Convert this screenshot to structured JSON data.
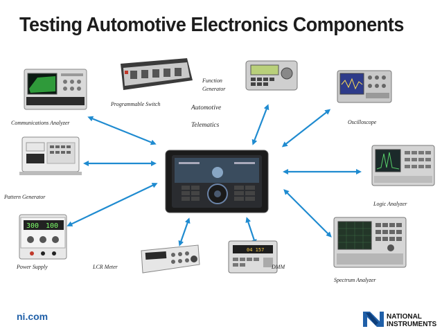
{
  "slide": {
    "title": "Testing Automotive Electronics Components",
    "footer_site": "ni.com",
    "logo_text": "NATIONAL INSTRUMENTS"
  },
  "labels": {
    "communications_analyzer": "Communications Analyzer",
    "programmable_switch": "Programmable Switch",
    "function_generator_line1": "Function",
    "function_generator_line2": "Generator",
    "automotive": "Automotive",
    "telematics": "Telematics",
    "oscilloscope": "Oscilloscope",
    "pattern_generator": "Pattern Generator",
    "logic_analyzer": "Logic Analyzer",
    "power_supply": "Power Supply",
    "lcr_meter": "LCR Meter",
    "dmm": "DMM",
    "spectrum_analyzer": "Spectrum Analyzer"
  },
  "displays": {
    "power_supply_readout_1": "300",
    "power_supply_readout_2": "100",
    "dmm_readout": "04 157"
  },
  "colors": {
    "arrow": "#1f8bd0",
    "title": "#1d1d1d",
    "footer": "#1f5fa8",
    "instrument_body": "#d8d8d8",
    "screen_green": "#2f9a3a"
  }
}
